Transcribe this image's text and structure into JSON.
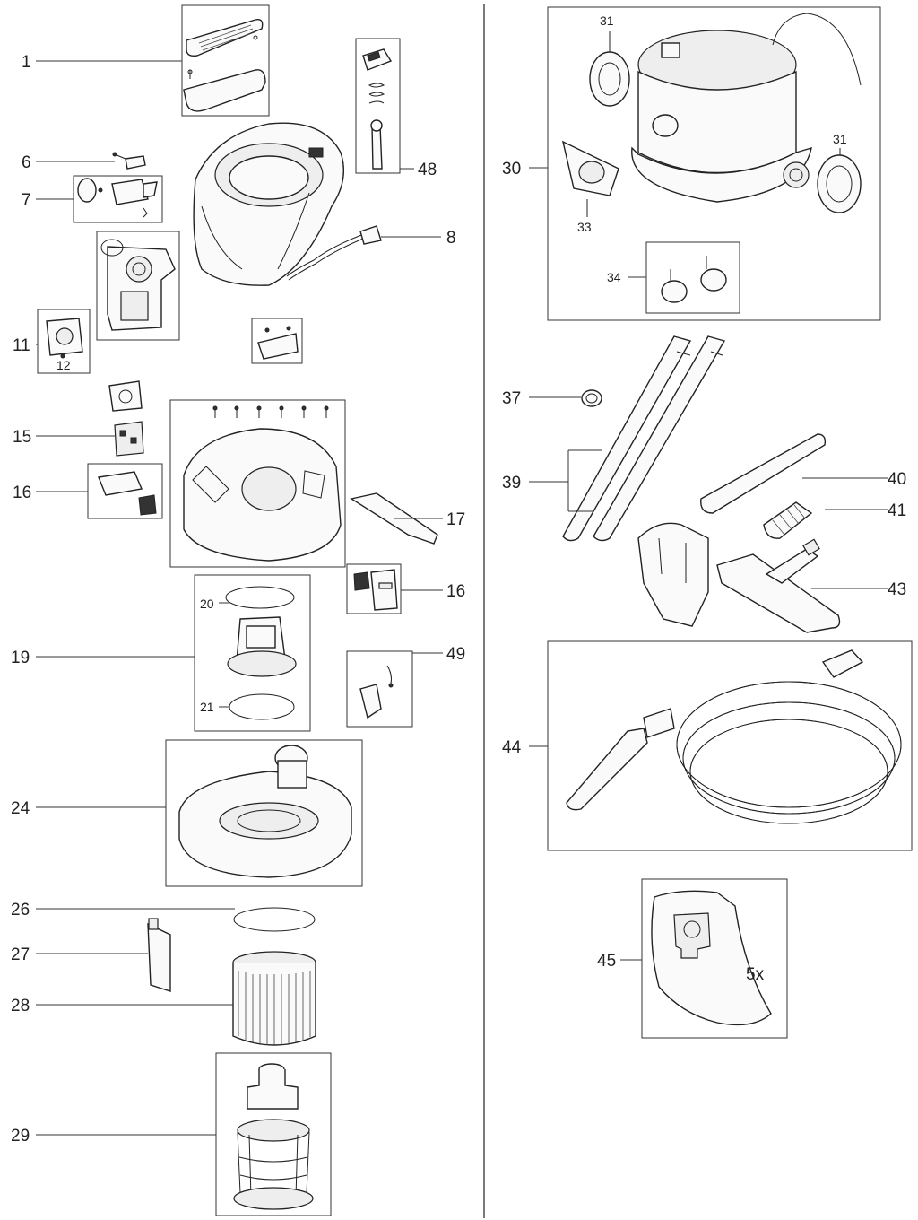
{
  "labels": {
    "p1": "1",
    "p6": "6",
    "p7": "7",
    "p8": "8",
    "p11": "11",
    "p12": "12",
    "p15": "15",
    "p16a": "16",
    "p16b": "16",
    "p17": "17",
    "p19": "19",
    "p20": "20",
    "p21": "21",
    "p24": "24",
    "p26": "26",
    "p27": "27",
    "p28": "28",
    "p29": "29",
    "p30": "30",
    "p31a": "31",
    "p31b": "31",
    "p33": "33",
    "p34": "34",
    "p37": "37",
    "p39": "39",
    "p40": "40",
    "p41": "41",
    "p43": "43",
    "p44": "44",
    "p45": "45",
    "p48": "48",
    "p49": "49"
  },
  "bag_quantity": "5x"
}
